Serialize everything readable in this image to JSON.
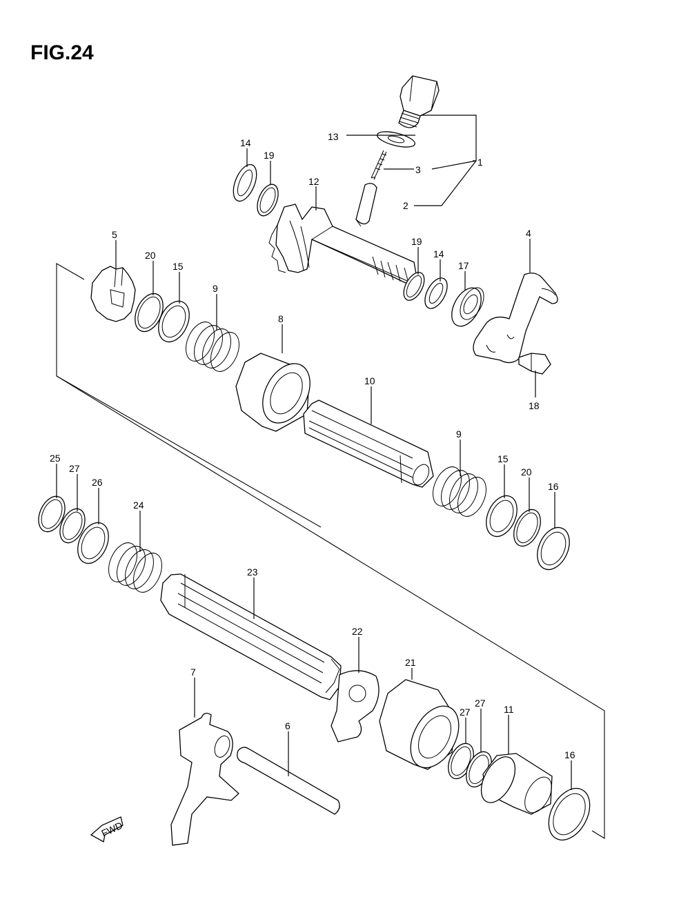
{
  "figure": {
    "title": "FIG.24"
  },
  "fwd_badge": "FWD",
  "callouts": {
    "c1": "1",
    "c2": "2",
    "c3": "3",
    "c4": "4",
    "c5": "5",
    "c6": "6",
    "c7": "7",
    "c8": "8",
    "c9a": "9",
    "c9b": "9",
    "c10": "10",
    "c11": "11",
    "c12": "12",
    "c13": "13",
    "c14a": "14",
    "c14b": "14",
    "c15a": "15",
    "c15b": "15",
    "c16a": "16",
    "c16b": "16",
    "c17": "17",
    "c18": "18",
    "c19a": "19",
    "c19b": "19",
    "c20a": "20",
    "c20b": "20",
    "c21": "21",
    "c22": "22",
    "c23": "23",
    "c24": "24",
    "c25": "25",
    "c26": "26",
    "c27a": "27",
    "c27b": "27",
    "c27c": "27"
  }
}
